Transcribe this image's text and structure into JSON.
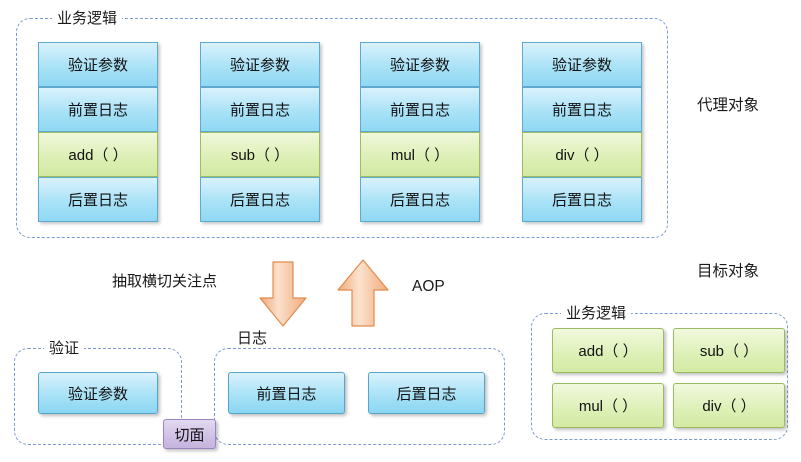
{
  "diagram": {
    "title_proxy": "代理对象",
    "title_target": "目标对象",
    "proxy_group_caption": "业务逻辑",
    "target_group_caption": "业务逻辑",
    "aspect_label": "切面",
    "arrow_down_label": "抽取横切关注点",
    "arrow_up_label": "AOP",
    "validate_group_caption": "验证",
    "log_group_caption": "日志"
  },
  "proxy": {
    "columns": [
      {
        "validate": "验证参数",
        "before": "前置日志",
        "method": "add（ ）",
        "after": "后置日志"
      },
      {
        "validate": "验证参数",
        "before": "前置日志",
        "method": "sub（ ）",
        "after": "后置日志"
      },
      {
        "validate": "验证参数",
        "before": "前置日志",
        "method": "mul（ ）",
        "after": "后置日志"
      },
      {
        "validate": "验证参数",
        "before": "前置日志",
        "method": "div（ ）",
        "after": "后置日志"
      }
    ]
  },
  "aspects": {
    "validate_items": [
      "验证参数"
    ],
    "log_items": [
      "前置日志",
      "后置日志"
    ]
  },
  "target": {
    "methods": [
      "add（ ）",
      "sub（ ）",
      "mul（ ）",
      "div（ ）"
    ]
  },
  "colors": {
    "blue_fill": "#a9e2f7",
    "blue_border": "#56a3cb",
    "green_fill": "#ddf0b6",
    "green_border": "#97bb5e",
    "purple_fill": "#cfc0e4",
    "purple_border": "#9b85c0",
    "arrow_fill": "#f4b183",
    "dash_border": "#7b9bd0"
  }
}
